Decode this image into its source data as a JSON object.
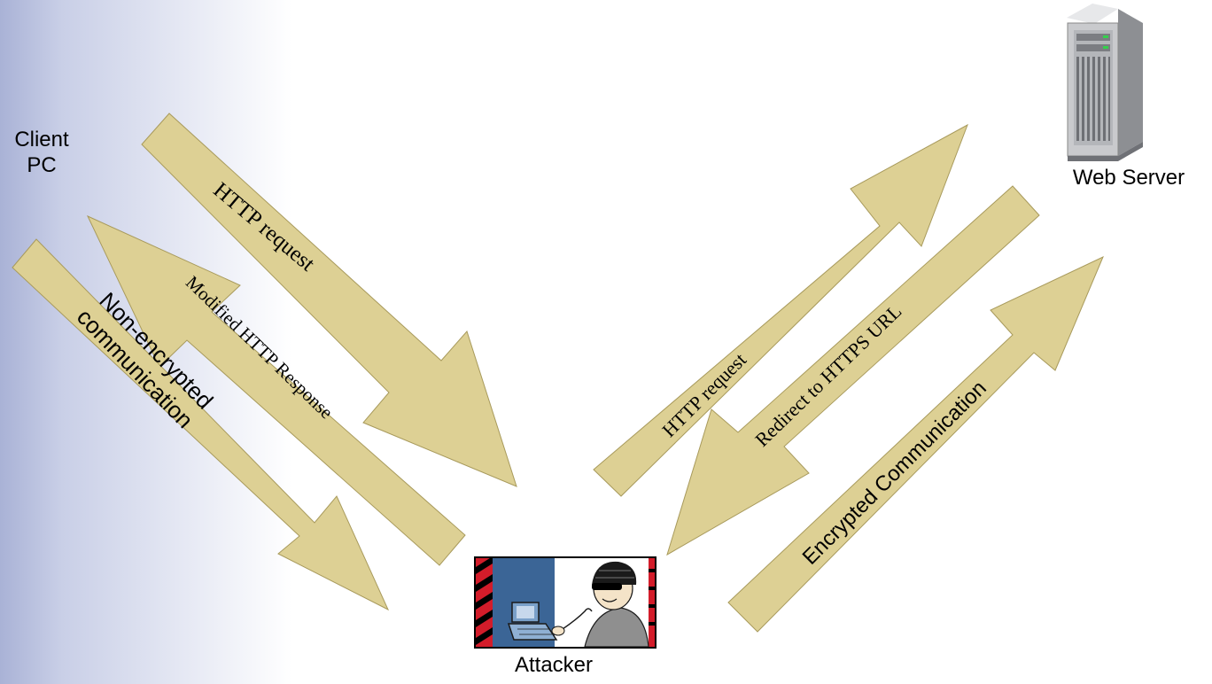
{
  "nodes": {
    "client": {
      "line1": "Client",
      "line2": "PC"
    },
    "server": {
      "label": "Web Server",
      "icon": "server-icon"
    },
    "attacker": {
      "label": "Attacker",
      "icon": "hacker-icon"
    }
  },
  "arrows": {
    "http_request_left": "HTTP request",
    "modified_response": "Modified HTTP Response",
    "non_encrypted_line1": "Non-encrypted",
    "non_encrypted_line2": "communication",
    "http_request_right": "HTTP request",
    "redirect_https": "Redirect to HTTPS URL",
    "encrypted": "Encrypted Communication"
  },
  "colors": {
    "arrow_fill": "#ddd094",
    "arrow_stroke": "#a89a5c",
    "background_left": "#a9b2d6"
  }
}
